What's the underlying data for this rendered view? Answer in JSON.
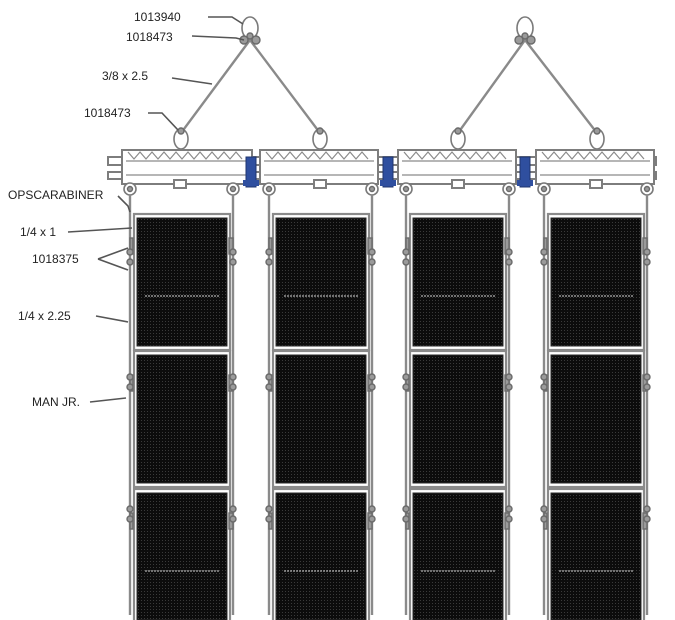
{
  "labels": {
    "shackle_top": "1013940",
    "shackle_upper": "1018473",
    "sling": "3/8 x 2.5",
    "shackle_lower": "1018473",
    "carabiner": "OPSCARABINER",
    "cable_short": "1/4 x 1",
    "part_1018375": "1018375",
    "cable_long": "1/4 x 2.25",
    "man_jr": "MAN JR."
  },
  "colors": {
    "structure": "#8a8a8a",
    "panel": "#111111",
    "clamp": "#2f4f9f",
    "text": "#222222"
  },
  "layout_counts": {
    "columns": 4,
    "panels_per_column": 3
  }
}
